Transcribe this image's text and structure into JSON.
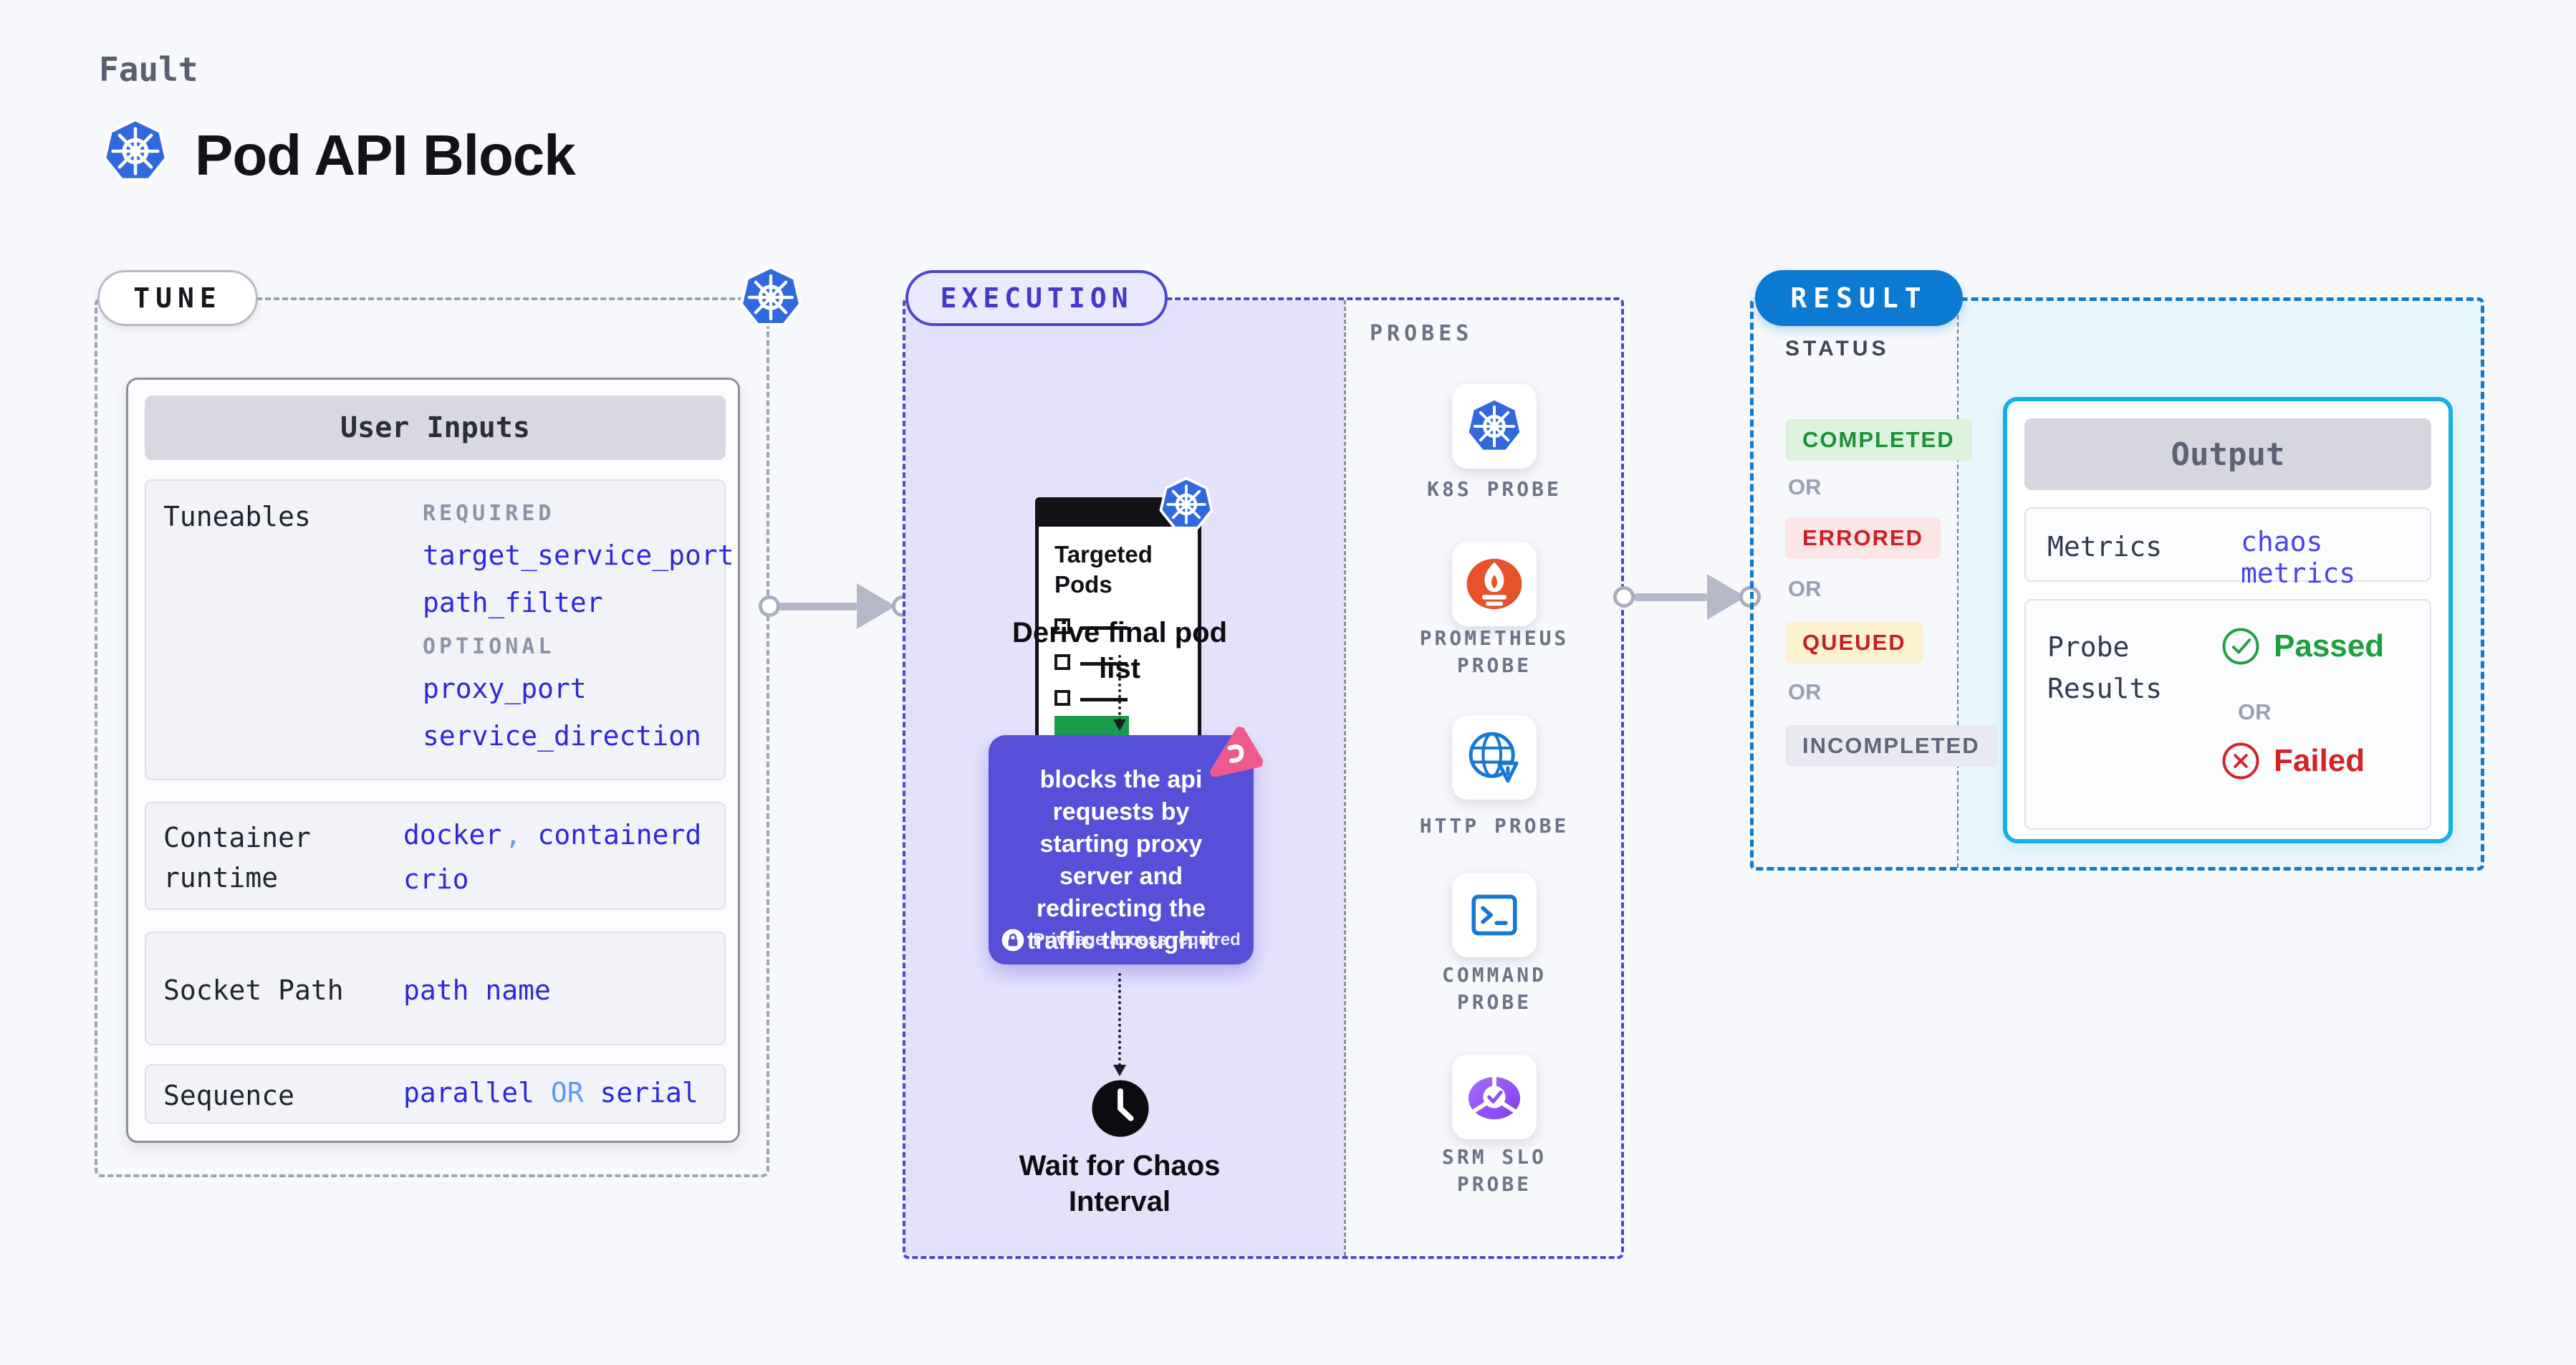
{
  "header": {
    "kicker": "Fault",
    "title": "Pod API Block",
    "logo_icon": "kubernetes-icon"
  },
  "tune": {
    "label": "TUNE",
    "badge_icon": "kubernetes-icon",
    "card_title": "User Inputs",
    "tuneables": {
      "label": "Tuneables",
      "required_label": "REQUIRED",
      "required": [
        "target_service_port",
        "path_filter"
      ],
      "optional_label": "OPTIONAL",
      "optional": [
        "proxy_port",
        "service_direction"
      ]
    },
    "runtime": {
      "label": "Container runtime",
      "values": [
        "docker",
        "containerd",
        "crio"
      ],
      "separator": ","
    },
    "socket": {
      "label": "Socket Path",
      "value": "path name"
    },
    "sequence": {
      "label": "Sequence",
      "left": "parallel",
      "or": "OR",
      "right": "serial"
    }
  },
  "execution": {
    "label": "EXECUTION",
    "clipboard_title": "Targeted Pods",
    "clipboard_icon": "kubernetes-icon",
    "step_derive": "Derive final pod list",
    "action_text": "blocks the api requests by starting proxy server and redirecting the traffic through it",
    "action_badge_icon": "litmus-chaos-icon",
    "privilege_icon": "lock-icon",
    "privilege_note": "Privilege access required",
    "wait_icon": "clock-icon",
    "step_wait": "Wait for Chaos Interval"
  },
  "probes": {
    "label": "PROBES",
    "items": [
      {
        "label": "K8S PROBE",
        "icon": "kubernetes-icon"
      },
      {
        "label": "PROMETHEUS PROBE",
        "icon": "prometheus-icon"
      },
      {
        "label": "HTTP PROBE",
        "icon": "globe-alert-icon"
      },
      {
        "label": "COMMAND PROBE",
        "icon": "terminal-icon"
      },
      {
        "label": "SRM SLO PROBE",
        "icon": "slo-donut-icon"
      }
    ]
  },
  "result": {
    "label": "RESULT",
    "status_label": "STATUS",
    "or_label": "OR",
    "statuses": [
      {
        "label": "COMPLETED",
        "type": "success"
      },
      {
        "label": "ERRORED",
        "type": "error"
      },
      {
        "label": "QUEUED",
        "type": "queued"
      },
      {
        "label": "INCOMPLETED",
        "type": "neutral"
      }
    ],
    "output": {
      "title": "Output",
      "metrics_label": "Metrics",
      "metrics_value": "chaos metrics",
      "probe_label": "Probe Results",
      "passed_icon": "check-circle-icon",
      "passed": "Passed",
      "or": "OR",
      "failed_icon": "x-circle-icon",
      "failed": "Failed"
    }
  },
  "colors": {
    "kubernetes_blue": "#3069de",
    "execution_indigo": "#4b46d1",
    "result_blue": "#0c7ad2",
    "output_border_cyan": "#15b0e5",
    "action_purple": "#574fd8",
    "litmus_pink": "#ef5a8e",
    "value_blue": "#2e28d9",
    "success_green": "#1c9038",
    "error_red": "#ca2127",
    "queued_yellow_bg": "#fdf2cf",
    "lavender_bg": "#e4e2fb",
    "cyan_bg": "#e9f6fc",
    "prometheus_orange": "#e6522c"
  }
}
